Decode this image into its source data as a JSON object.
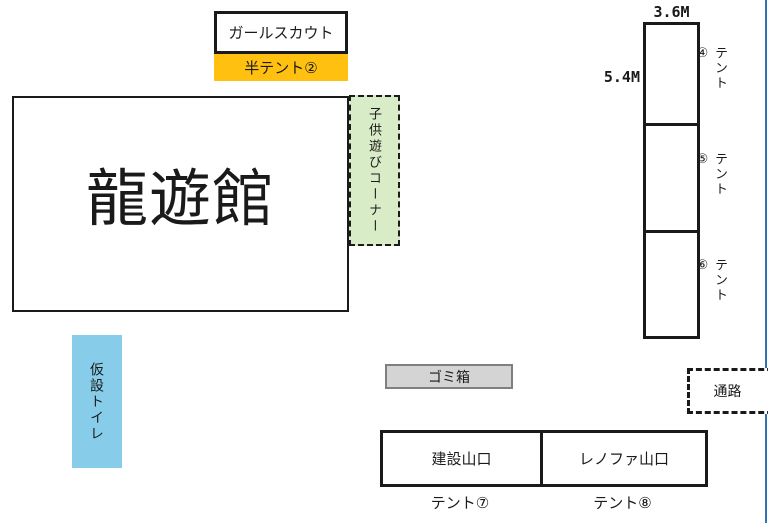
{
  "colors": {
    "half-tent": "#FFC010",
    "kids-corner": "#D9ECC8",
    "toilet": "#87CDE9",
    "trash-fill": "#D4D4D4",
    "trash-border": "#7F7F7F",
    "boundary-line": "#2E74B5"
  },
  "map": {
    "girl_scout_label": "ガールスカウト",
    "half_tent_label": "半テント②",
    "main_hall_label": "龍遊館",
    "kids_corner_label": "子供遊びコーナー",
    "tent_column": {
      "width_dim": "3.6M",
      "height_dim": "5.4M",
      "tents": [
        {
          "label": "テント④"
        },
        {
          "label": "テント⑤"
        },
        {
          "label": "テント⑥"
        }
      ]
    },
    "toilet_label": "仮設トイレ",
    "trash_label": "ゴミ箱",
    "passage_label": "通路",
    "vendor_tents": [
      {
        "name": "建設山口",
        "label": "テント⑦"
      },
      {
        "name": "レノファ山口",
        "label": "テント⑧"
      }
    ]
  }
}
